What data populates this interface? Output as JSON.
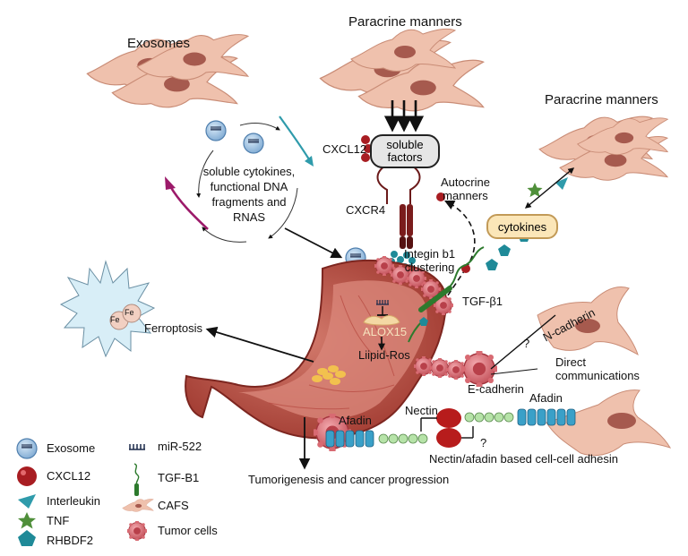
{
  "labels": {
    "exosomes": "Exosomes",
    "paracrine_top": "Paracrine manners",
    "paracrine_right": "Paracrine manners",
    "cxcl12": "CXCL12",
    "soluble_line1": "soluble",
    "soluble_line2": "factors",
    "autocrine": "Autocrine\nmanners",
    "cxcr4": "CXCR4",
    "cytokines": "cytokines",
    "cycle_text": "soluble cytokines,\nfunctional DNA\nfragments and\nRNAS",
    "integrin": "Integin b1\nclustering",
    "tgf": "TGF-β1",
    "ferroptosis": "Ferroptosis",
    "alox15": "ALOX15",
    "lipid_ros": "Liipid-Ros",
    "question1": "?",
    "question2": "?",
    "n_cadherin": "N-cadherin",
    "direct": "Direct\ncommunications",
    "e_cadherin": "E-cadherin",
    "afadin_left": "Afadin",
    "afadin_right": "Afadin",
    "nectin": "Nectin",
    "nectin_afadin": "Nectin/afadin based cell-cell adhesin",
    "tumorigenesis": "Tumorigenesis and cancer progression",
    "fe1": "Fe",
    "fe2": "Fe"
  },
  "legend": {
    "exosome": "Exosome",
    "cxcl12": "CXCL12",
    "interleukin": "Interleukin",
    "tnf": "TNF",
    "rhbdf2": "RHBDF2",
    "mir522": "miR-522",
    "tgfb1": "TGF-B1",
    "cafs": "CAFS",
    "tumor_cells": "Tumor cells"
  },
  "colors": {
    "exosome": "#9ec3e6",
    "cxcl12": "#a81d22",
    "interleukin": "#2f9bab",
    "tnf": "#4f8f3a",
    "rhbdf2": "#1f8a98",
    "caf": "#e8b4a0",
    "tumor": "#d9737b",
    "stomach": "#b5473e",
    "stomach_inner": "#d98679",
    "receptor": "#6b1a1a",
    "nectin": "#b71c1c",
    "afadin": "#3aa0c8",
    "chain": "#b6e3a8",
    "alox": "#f4d8a4",
    "ferroptosis_cell": "#d8eef7",
    "fe": "#f2d0c2",
    "magenta_arrow": "#9c1a6a",
    "teal_arrow": "#2f9bab"
  }
}
